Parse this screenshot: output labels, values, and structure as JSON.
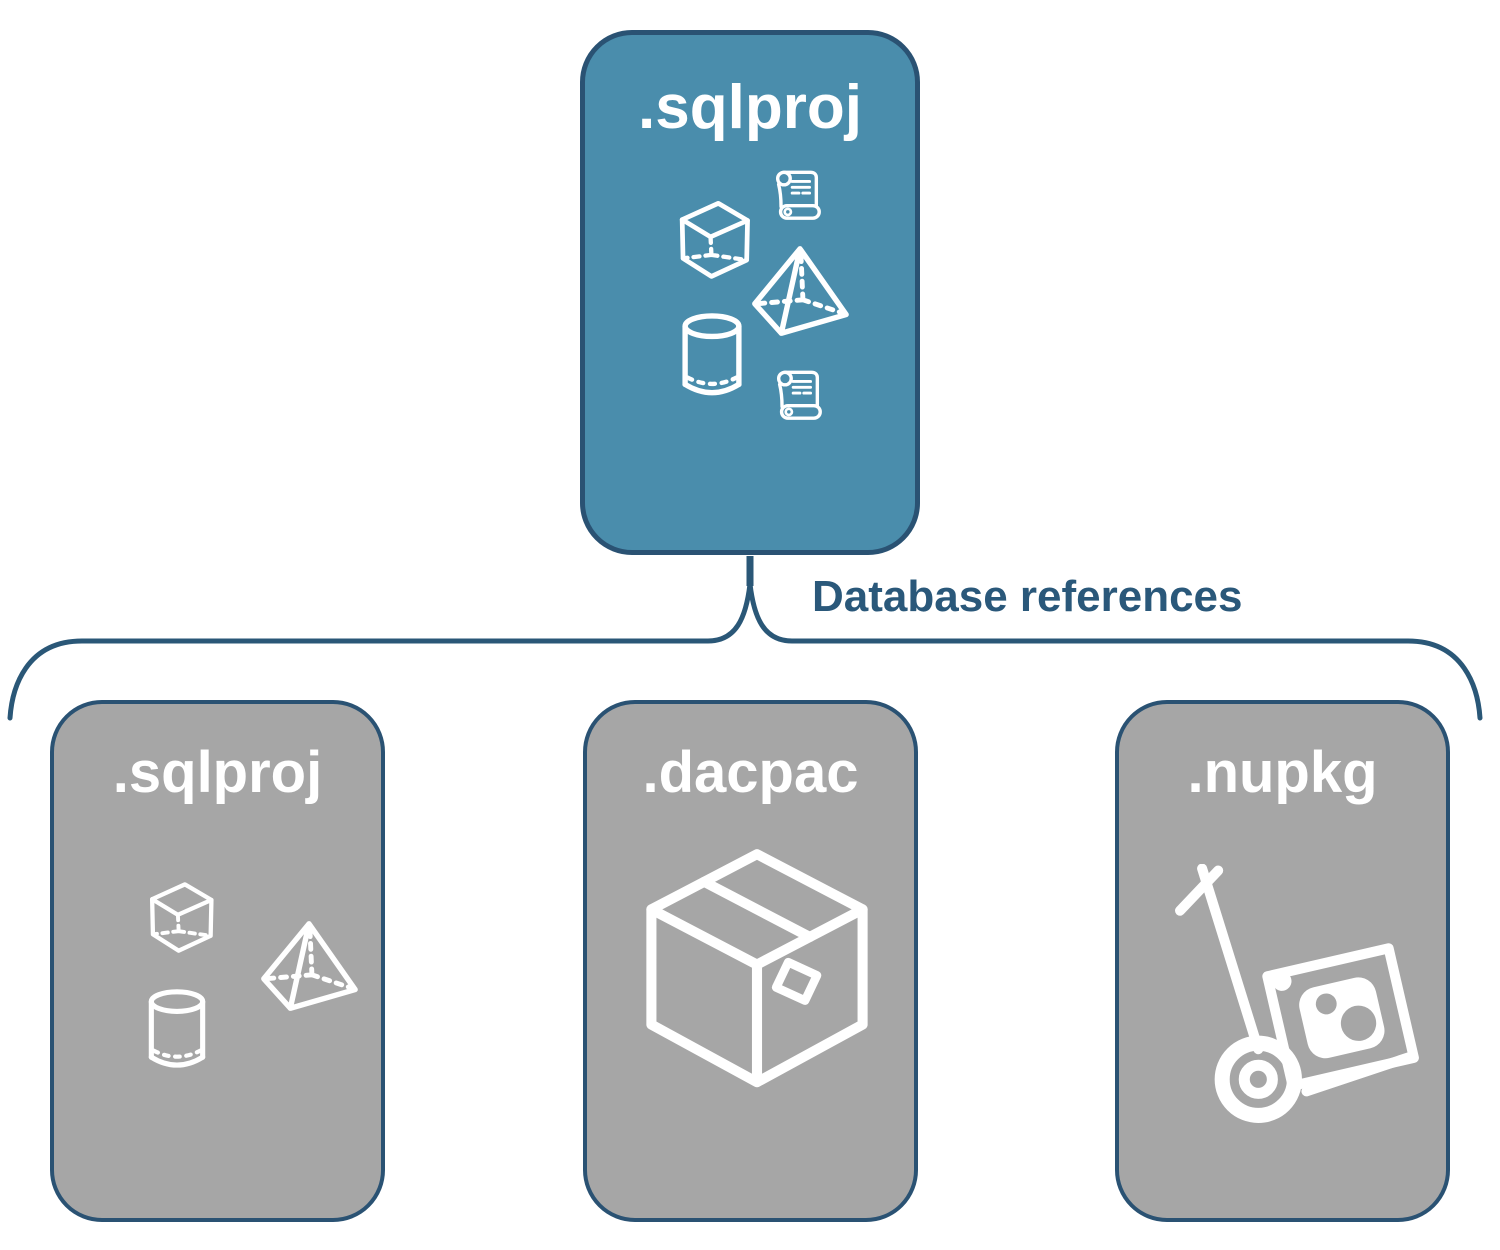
{
  "colors": {
    "background": "#ffffff",
    "root_fill": "#4a8dac",
    "child_fill": "#a6a6a6",
    "outline": "#2a5273",
    "connector": "#2a5777",
    "label_text": "#2a587a",
    "icon_stroke": "#ffffff",
    "title_text": "#ffffff"
  },
  "root_node": {
    "label": ".sqlproj",
    "icons": [
      "cube-icon",
      "scroll-icon",
      "pyramid-icon",
      "cylinder-icon",
      "scroll-icon"
    ]
  },
  "connector": {
    "label": "Database references",
    "type": "curly-brace"
  },
  "child_nodes": [
    {
      "label": ".sqlproj",
      "icons": [
        "cube-icon",
        "pyramid-icon",
        "cylinder-icon"
      ]
    },
    {
      "label": ".dacpac",
      "icons": [
        "package-box-icon"
      ]
    },
    {
      "label": ".nupkg",
      "icons": [
        "hand-truck-nuget-icon"
      ]
    }
  ]
}
